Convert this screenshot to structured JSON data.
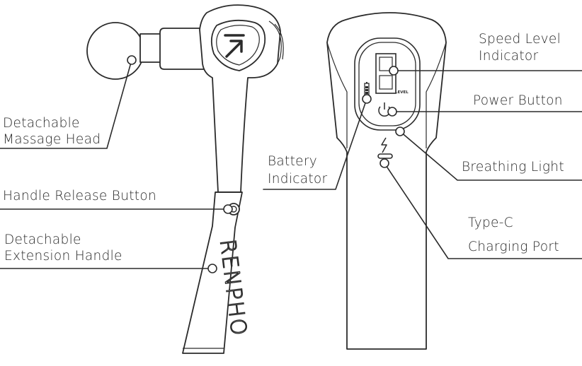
{
  "labels": {
    "massage_head_line1": "Detachable",
    "massage_head_line2": "Massage Head",
    "handle_release": "Handle Release Button",
    "extension_line1": "Detachable",
    "extension_line2": "Extension Handle",
    "battery_line1": "Battery",
    "battery_line2": "Indicator",
    "speed_line1": "Speed Level",
    "speed_line2": "Indicator",
    "power_button": "Power Button",
    "breathing_light": "Breathing Light",
    "typec_line1": "Type-C",
    "typec_line2": "Charging Port"
  },
  "device_text": {
    "brand": "RENPHO",
    "level": "LEVEL"
  },
  "colors": {
    "stroke": "#2b2b2b",
    "fill": "#ffffff"
  },
  "icons": [
    "renpho-logo-icon",
    "power-icon",
    "battery-icon",
    "lightning-icon",
    "type-c-port-icon",
    "seven-segment-digit-icon",
    "handle-release-button-icon"
  ]
}
